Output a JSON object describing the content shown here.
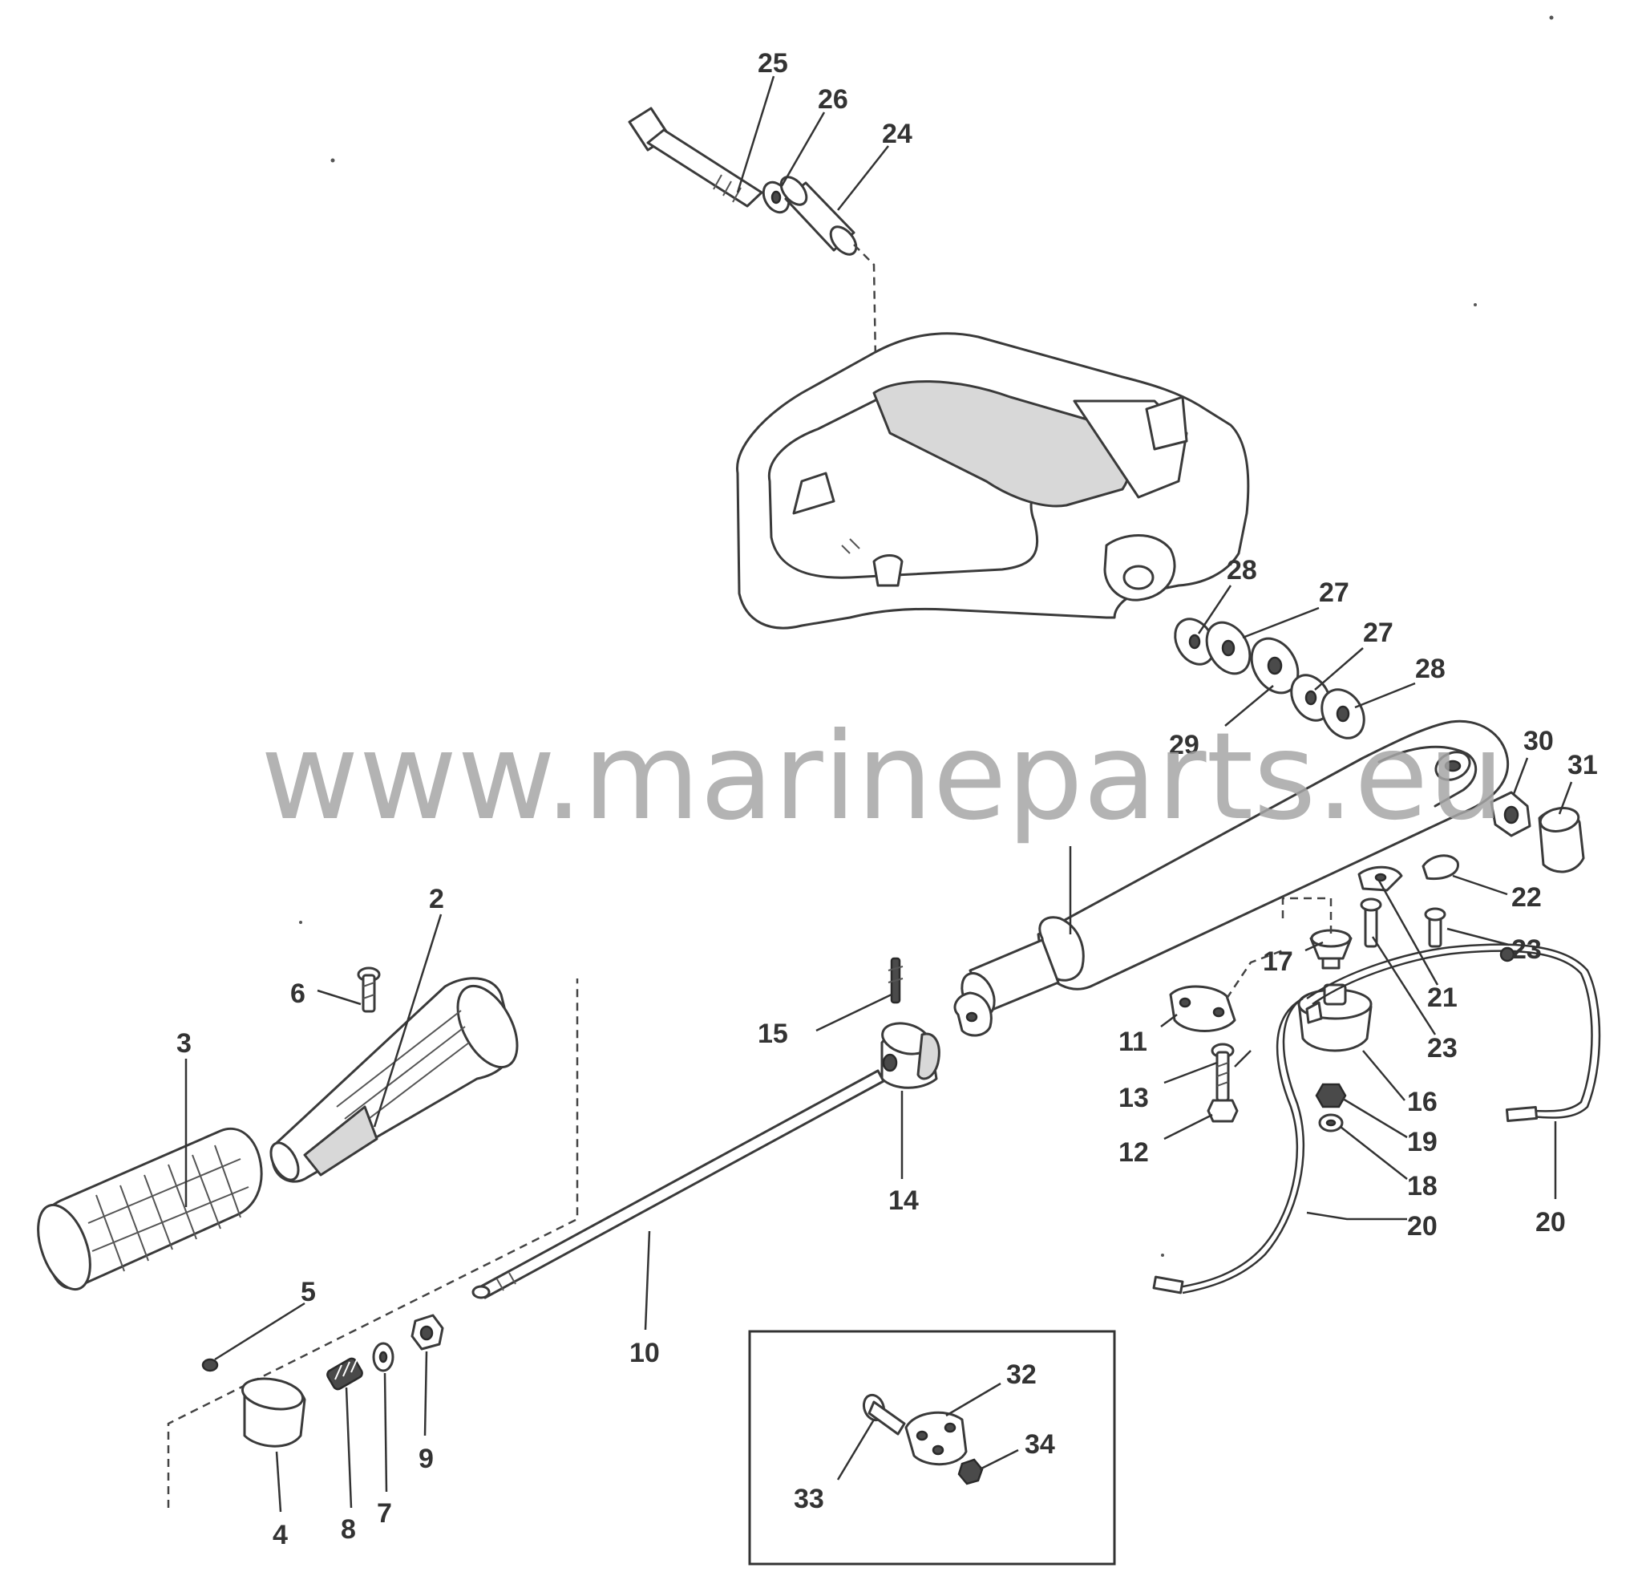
{
  "watermark": "www.marineparts.eu",
  "callouts": {
    "c25": "25",
    "c26": "26",
    "c24": "24",
    "c28a": "28",
    "c27a": "27",
    "c27b": "27",
    "c28b": "28",
    "c29": "29",
    "c30": "30",
    "c31": "31",
    "c22": "22",
    "c23a": "23",
    "c17": "17",
    "c21": "21",
    "c23b": "23",
    "c11": "11",
    "c13": "13",
    "c12": "12",
    "c16": "16",
    "c19": "19",
    "c18": "18",
    "c20a": "20",
    "c20b": "20",
    "c2": "2",
    "c6": "6",
    "c3": "3",
    "c15": "15",
    "c14": "14",
    "c10": "10",
    "c5": "5",
    "c4": "4",
    "c8": "8",
    "c7": "7",
    "c9": "9",
    "c32": "32",
    "c33": "33",
    "c34": "34"
  }
}
